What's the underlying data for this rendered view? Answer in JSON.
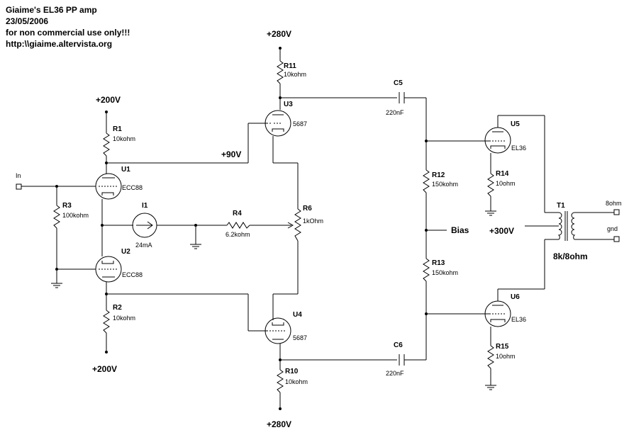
{
  "header": {
    "line1": "Giaime's EL36 PP amp",
    "line2": "23/05/2006",
    "line3": "for non commercial use only!!!",
    "line4": "http:\\\\giaime.altervista.org"
  },
  "supplies": {
    "top_280": "+280V",
    "bottom_280": "+280V",
    "top_200": "+200V",
    "bottom_200": "+200V",
    "v300": "+300V",
    "v90": "+90V"
  },
  "nets": {
    "bias": "Bias",
    "input": "In",
    "out_8ohm": "8ohm",
    "out_gnd": "gnd"
  },
  "resistors": {
    "r1": {
      "ref": "R1",
      "value": "10kohm"
    },
    "r2": {
      "ref": "R2",
      "value": "10kohm"
    },
    "r3": {
      "ref": "R3",
      "value": "100kohm"
    },
    "r4": {
      "ref": "R4",
      "value": "6.2kohm"
    },
    "r6": {
      "ref": "R6",
      "value": "1kOhm"
    },
    "r10": {
      "ref": "R10",
      "value": "10kohm"
    },
    "r11": {
      "ref": "R11",
      "value": "10kohm"
    },
    "r12": {
      "ref": "R12",
      "value": "150kohm"
    },
    "r13": {
      "ref": "R13",
      "value": "150kohm"
    },
    "r14": {
      "ref": "R14",
      "value": "10ohm"
    },
    "r15": {
      "ref": "R15",
      "value": "10ohm"
    }
  },
  "capacitors": {
    "c5": {
      "ref": "C5",
      "value": "220nF"
    },
    "c6": {
      "ref": "C6",
      "value": "220nF"
    }
  },
  "source": {
    "ref": "I1",
    "value": "24mA"
  },
  "tubes": {
    "u1": {
      "ref": "U1",
      "type": "ECC88"
    },
    "u2": {
      "ref": "U2",
      "type": "ECC88"
    },
    "u3": {
      "ref": "U3",
      "type": "5687"
    },
    "u4": {
      "ref": "U4",
      "type": "5687"
    },
    "u5": {
      "ref": "U5",
      "type": "EL36"
    },
    "u6": {
      "ref": "U6",
      "type": "EL36"
    }
  },
  "transformer": {
    "ref": "T1",
    "ratio": "8k/8ohm"
  }
}
